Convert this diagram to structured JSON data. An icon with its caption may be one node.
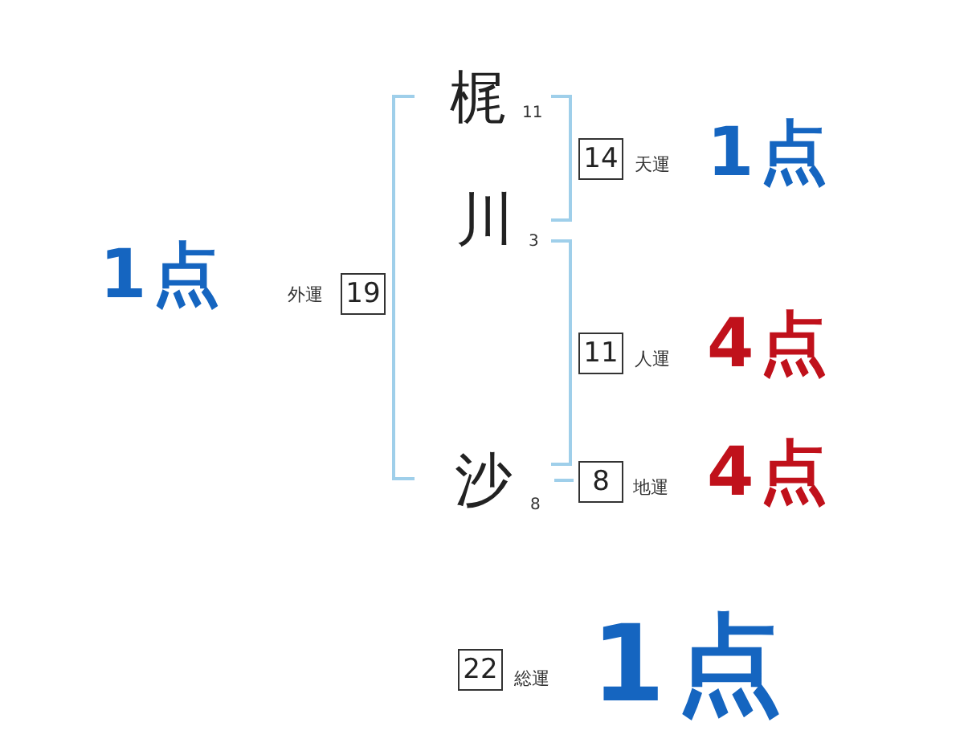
{
  "diagram": {
    "nodes": [
      {
        "text": [
          "19"
        ],
        "beside": [
          "1点",
          "外運"
        ]
      },
      {
        "text": [
          "14"
        ],
        "beside": [
          "天運",
          "1点"
        ]
      },
      {
        "text": [
          "11"
        ],
        "beside": [
          "人運",
          "4点"
        ]
      },
      {
        "text": [
          "8"
        ],
        "beside": [
          "地運",
          "4点"
        ]
      },
      {
        "text": [
          "22"
        ],
        "beside": [
          "総運",
          "1点"
        ]
      }
    ],
    "labels": [
      "梶",
      "11",
      "川",
      "3",
      "沙",
      "8"
    ]
  }
}
